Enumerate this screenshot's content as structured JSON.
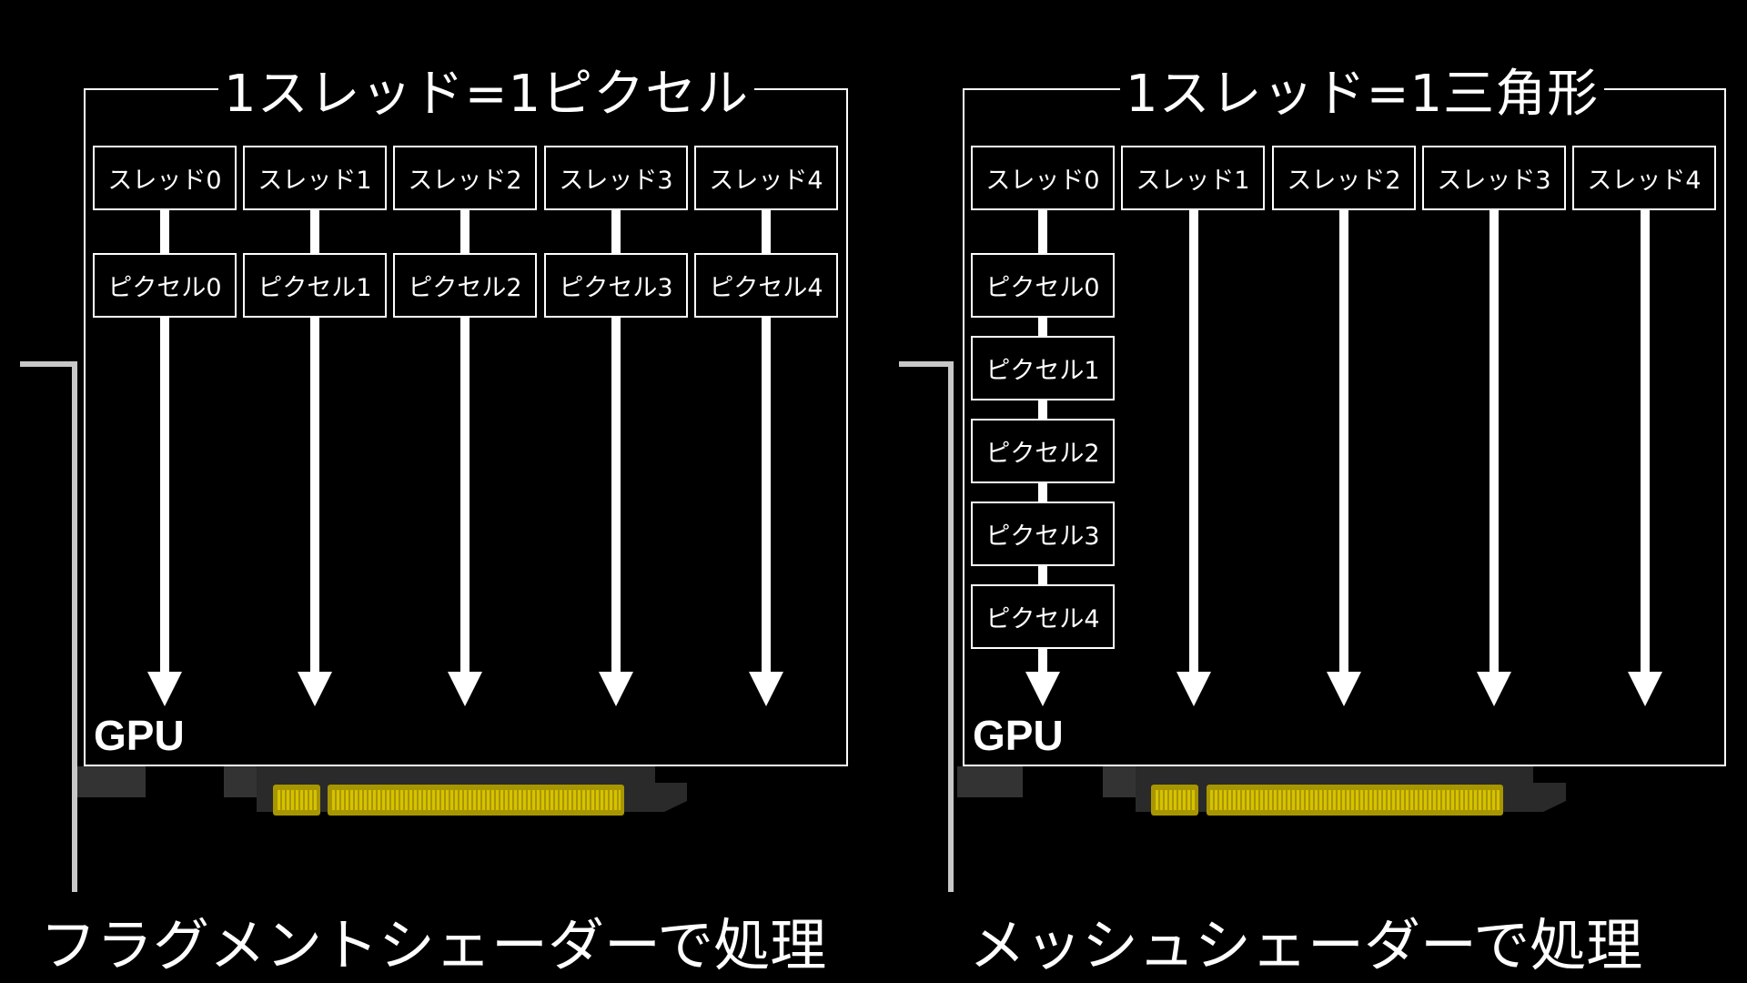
{
  "left": {
    "title": "1スレッド=1ピクセル",
    "threads": [
      "スレッド0",
      "スレッド1",
      "スレッド2",
      "スレッド3",
      "スレッド4"
    ],
    "pixels": [
      "ピクセル0",
      "ピクセル1",
      "ピクセル2",
      "ピクセル3",
      "ピクセル4"
    ],
    "gpu_label": "GPU",
    "caption": "フラグメントシェーダーで処理"
  },
  "right": {
    "title": "1スレッド=1三角形",
    "threads": [
      "スレッド0",
      "スレッド1",
      "スレッド2",
      "スレッド3",
      "スレッド4"
    ],
    "pixels": [
      "ピクセル0",
      "ピクセル1",
      "ピクセル2",
      "ピクセル3",
      "ピクセル4"
    ],
    "gpu_label": "GPU",
    "caption": "メッシュシェーダーで処理"
  },
  "colors": {
    "background": "#000000",
    "line": "#ffffff",
    "bracket": "#cccccc",
    "connector_gold": "#c8b400",
    "connector_dark": "#3a3a3a"
  }
}
